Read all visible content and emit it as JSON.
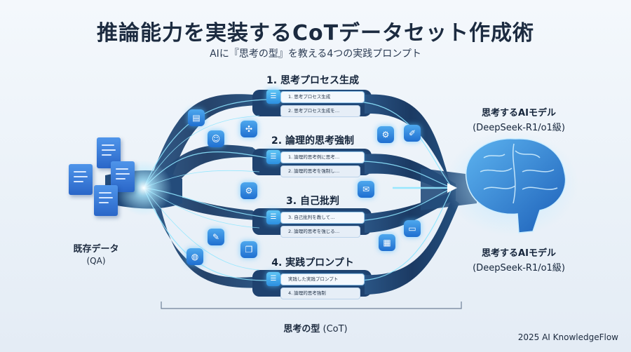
{
  "title": "推論能力を実装するCoTデータセット作成術",
  "subtitle": "AIに『思考の型』を教える4つの実践プロンプト",
  "source": {
    "label": "既存データ",
    "sub": "(QA)"
  },
  "steps": [
    {
      "title": "1. 思考プロセス生成",
      "cards": [
        "1. 思考プロセス生成",
        "2. 思考プロセス生成を…"
      ]
    },
    {
      "title": "2. 論理的思考強制",
      "cards": [
        "1. 論理的思考例に思考…",
        "2. 論理的思考を強制し…"
      ]
    },
    {
      "title": "3. 自己批判",
      "cards": [
        "3. 自己批判を教して…",
        "2. 論理的思考を強じる…"
      ]
    },
    {
      "title": "4. 実践プロンプト",
      "cards": [
        "実践した実践プロンプト",
        "4. 論理的思考強制"
      ]
    }
  ],
  "model_top": {
    "label": "思考するAIモデル",
    "sub": "(DeepSeek-R1/o1級)"
  },
  "model_bottom": {
    "label": "思考するAIモデル",
    "sub": "(DeepSeek-R1/o1級)"
  },
  "bottom_label": {
    "bold": "思考の型",
    "rest": " (CoT)"
  },
  "brand": "2025 AI KnowledgeFlow",
  "icons": {
    "left_column": [
      "chat-icon",
      "head-gear-icon",
      "edit-icon",
      "global-icon"
    ],
    "inner_left": [
      "network-icon",
      "settings-icon",
      "copy-icon"
    ],
    "right_inner": [
      "gear-icon",
      "message-icon",
      "report-icon"
    ],
    "right_outer": [
      "document-icon",
      "chat-bubble-icon",
      "notes-icon"
    ]
  },
  "colors": {
    "ribbon": "#1d3f6b",
    "ribbon_light": "#2d5a8e",
    "glow": "#7fe0ff",
    "accent": "#2c8fe0",
    "brain": "#2e7fd6"
  }
}
